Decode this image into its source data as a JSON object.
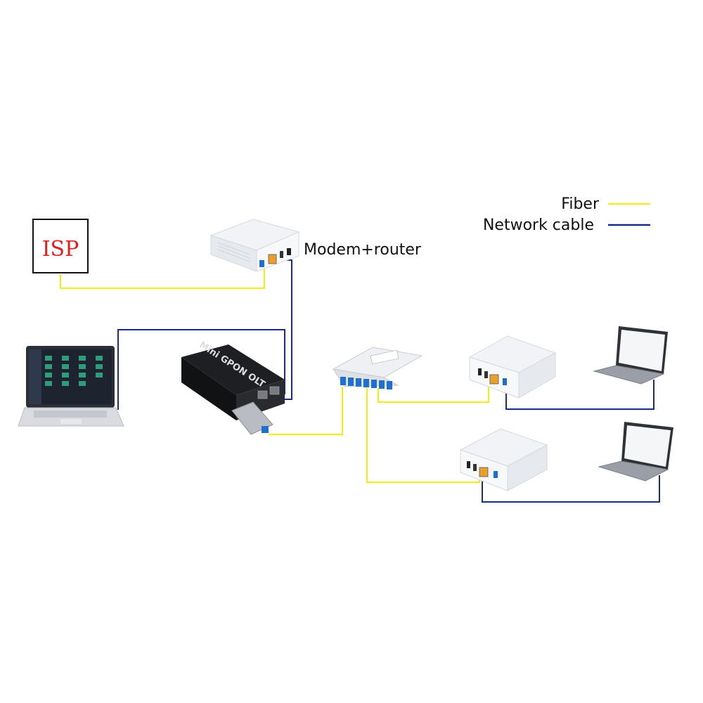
{
  "isp": {
    "label": "ISP"
  },
  "modem": {
    "label": "Modem+router"
  },
  "olt": {
    "label": "Mini GPON OLT"
  },
  "legend": {
    "fiber_label": "Fiber",
    "network_label": "Network cable"
  },
  "colors": {
    "fiber": "#f5ea26",
    "network": "#1c2a8a",
    "isp_text": "#e02020",
    "splitter_port": "#1f6fd1",
    "orange_port": "#e8a02a"
  }
}
